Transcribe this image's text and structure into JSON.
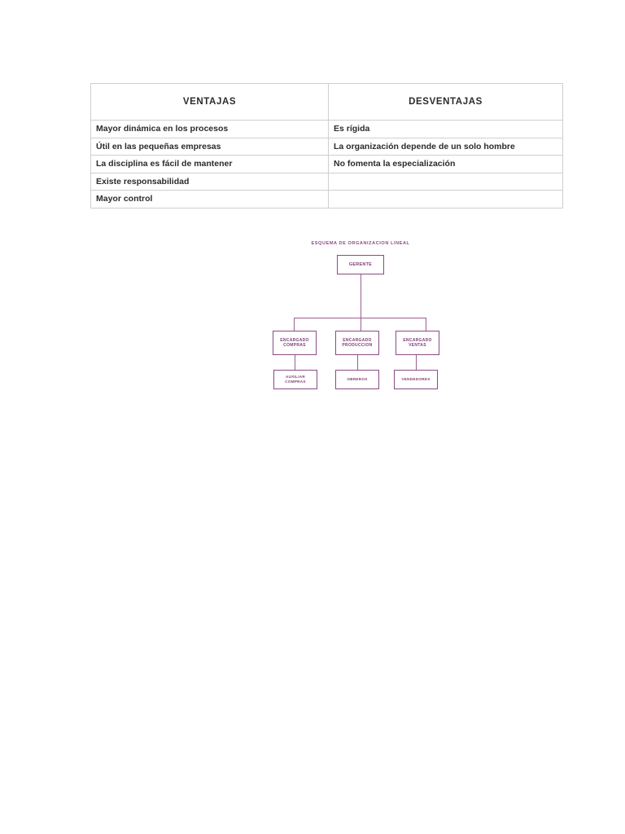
{
  "table": {
    "headers": [
      "VENTAJAS",
      "DESVENTAJAS"
    ],
    "rows": [
      [
        "Mayor dinámica en los procesos",
        "Es rígida"
      ],
      [
        "Útil en las pequeñas empresas",
        "La organización depende de un solo hombre"
      ],
      [
        "La disciplina es fácil de mantener",
        "No fomenta la especialización"
      ],
      [
        "Existe responsabilidad",
        ""
      ],
      [
        "Mayor control",
        ""
      ]
    ]
  },
  "org_chart": {
    "title": "ESQUEMA DE ORGANIZACION LINEAL",
    "accent_color": "#8b4a86",
    "nodes": {
      "root": "GERENTE",
      "compras_l1": "ENCARGADO",
      "compras_l2": "COMPRAS",
      "produccion_l1": "ENCARGADO",
      "produccion_l2": "PRODUCCION",
      "ventas_l1": "ENCARGADO",
      "ventas_l2": "VENTAS",
      "aux_l1": "AUXILIAR",
      "aux_l2": "COMPRAS",
      "obreros": "OBREROS",
      "vendedores": "VENDEDORES"
    }
  }
}
